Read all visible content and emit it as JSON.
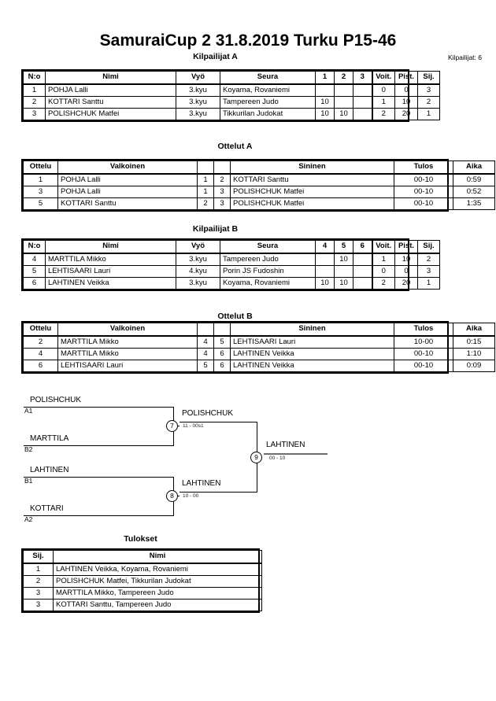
{
  "header": {
    "title": "SamuraiCup 2  31.8.2019  Turku   P15-46",
    "participant_count_label": "Kilpailijat: 6"
  },
  "pools": [
    {
      "caption": "Kilpailijat A",
      "columns": [
        "N:o",
        "Nimi",
        "Vyö",
        "Seura",
        "1",
        "2",
        "3",
        "Voit.",
        "Pist.",
        "Sij."
      ],
      "rows": [
        {
          "no": "1",
          "name": "POHJA Lalli",
          "belt": "3.kyu",
          "club": "Koyama, Rovaniemi",
          "m1": "",
          "m2": "",
          "m3": "",
          "wins": "0",
          "points": "0",
          "rank": "3"
        },
        {
          "no": "2",
          "name": "KOTTARI Santtu",
          "belt": "3.kyu",
          "club": "Tampereen Judo",
          "m1": "10",
          "m2": "",
          "m3": "",
          "wins": "1",
          "points": "10",
          "rank": "2"
        },
        {
          "no": "3",
          "name": "POLISHCHUK Matfei",
          "belt": "3.kyu",
          "club": "Tikkurilan Judokat",
          "m1": "10",
          "m2": "10",
          "m3": "",
          "wins": "2",
          "points": "20",
          "rank": "1"
        }
      ]
    },
    {
      "caption": "Kilpailijat B",
      "columns": [
        "N:o",
        "Nimi",
        "Vyö",
        "Seura",
        "4",
        "5",
        "6",
        "Voit.",
        "Pist.",
        "Sij."
      ],
      "rows": [
        {
          "no": "4",
          "name": "MARTTILA Mikko",
          "belt": "3.kyu",
          "club": "Tampereen Judo",
          "m1": "",
          "m2": "10",
          "m3": "",
          "wins": "1",
          "points": "10",
          "rank": "2"
        },
        {
          "no": "5",
          "name": "LEHTISAARI Lauri",
          "belt": "4.kyu",
          "club": "Porin JS Fudoshin",
          "m1": "",
          "m2": "",
          "m3": "",
          "wins": "0",
          "points": "0",
          "rank": "3"
        },
        {
          "no": "6",
          "name": "LAHTINEN Veikka",
          "belt": "3.kyu",
          "club": "Koyama, Rovaniemi",
          "m1": "10",
          "m2": "10",
          "m3": "",
          "wins": "2",
          "points": "20",
          "rank": "1"
        }
      ]
    }
  ],
  "matchlists": [
    {
      "caption": "Ottelut A",
      "columns": [
        "Ottelu",
        "Valkoinen",
        "",
        "",
        "Sininen",
        "Tulos",
        "Aika"
      ],
      "rows": [
        {
          "match": "1",
          "white": "POHJA Lalli",
          "wno": "1",
          "bno": "2",
          "blue": "KOTTARI Santtu",
          "result": "00-10",
          "time": "0:59"
        },
        {
          "match": "3",
          "white": "POHJA Lalli",
          "wno": "1",
          "bno": "3",
          "blue": "POLISHCHUK Matfei",
          "result": "00-10",
          "time": "0:52"
        },
        {
          "match": "5",
          "white": "KOTTARI Santtu",
          "wno": "2",
          "bno": "3",
          "blue": "POLISHCHUK Matfei",
          "result": "00-10",
          "time": "1:35"
        }
      ]
    },
    {
      "caption": "Ottelut B",
      "columns": [
        "Ottelu",
        "Valkoinen",
        "",
        "",
        "Sininen",
        "Tulos",
        "Aika"
      ],
      "rows": [
        {
          "match": "2",
          "white": "MARTTILA Mikko",
          "wno": "4",
          "bno": "5",
          "blue": "LEHTISAARI Lauri",
          "result": "10-00",
          "time": "0:15"
        },
        {
          "match": "4",
          "white": "MARTTILA Mikko",
          "wno": "4",
          "bno": "6",
          "blue": "LAHTINEN Veikka",
          "result": "00-10",
          "time": "1:10"
        },
        {
          "match": "6",
          "white": "LEHTISAARI Lauri",
          "wno": "5",
          "bno": "6",
          "blue": "LAHTINEN Veikka",
          "result": "00-10",
          "time": "0:09"
        }
      ]
    }
  ],
  "bracket": {
    "entrants": [
      {
        "name": "POLISHCHUK",
        "seed": "A1"
      },
      {
        "name": "MARTTILA",
        "seed": "B2"
      },
      {
        "name": "LAHTINEN",
        "seed": "B1"
      },
      {
        "name": "KOTTARI",
        "seed": "A2"
      }
    ],
    "semifinals": [
      {
        "number": "7",
        "winner": "POLISHCHUK",
        "score": "11 - 00s1"
      },
      {
        "number": "8",
        "winner": "LAHTINEN",
        "score": "10 - 00"
      }
    ],
    "final": {
      "number": "9",
      "winner": "LAHTINEN",
      "score": "00 - 10"
    }
  },
  "results": {
    "caption": "Tulokset",
    "columns": [
      "Sij.",
      "Nimi"
    ],
    "rows": [
      {
        "rank": "1",
        "name": "LAHTINEN Veikka, Koyama, Rovaniemi"
      },
      {
        "rank": "2",
        "name": "POLISHCHUK Matfei, Tikkurilan Judokat"
      },
      {
        "rank": "3",
        "name": "MARTTILA Mikko, Tampereen Judo"
      },
      {
        "rank": "3",
        "name": "KOTTARI Santtu, Tampereen Judo"
      }
    ]
  }
}
